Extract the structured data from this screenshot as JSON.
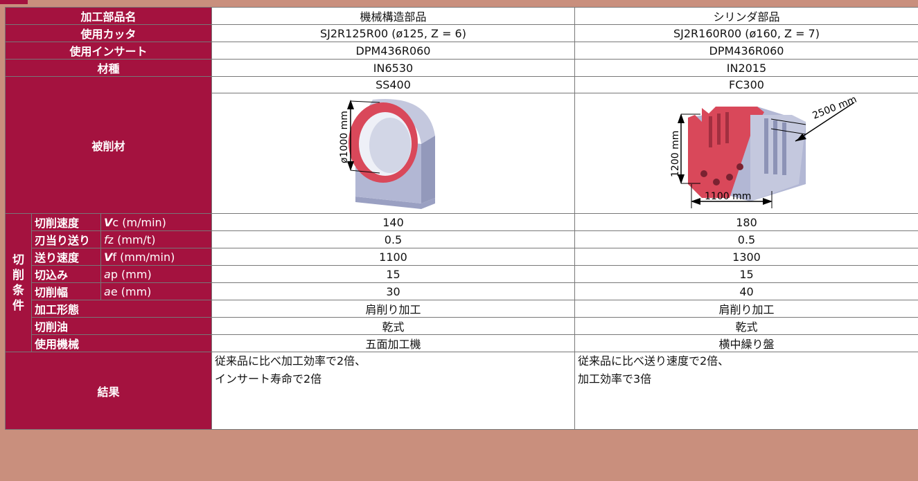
{
  "header_col1": "加工部品名",
  "col_a": {
    "part": "機械構造部品",
    "cutter": "SJ2R125R00 (ø125, Z = 6)",
    "insert": "DPM436R060",
    "grade": "IN6530",
    "workpiece": "SS400",
    "dim_diameter": "ø1000 mm",
    "vc": "140",
    "fz": "0.5",
    "vf": "1100",
    "ap": "15",
    "ae": "30",
    "form": "肩削り加工",
    "coolant": "乾式",
    "machine": "五面加工機",
    "result_lines": [
      "従来品に比べ加工効率で2倍、",
      "インサート寿命で2倍"
    ]
  },
  "col_b": {
    "part": "シリンダ部品",
    "cutter": "SJ2R160R00 (ø160, Z = 7)",
    "insert": "DPM436R060",
    "grade": "IN2015",
    "workpiece": "FC300",
    "dim_length": "2500 mm",
    "dim_height": "1200 mm",
    "dim_width": "1100 mm",
    "vc": "180",
    "fz": "0.5",
    "vf": "1300",
    "ap": "15",
    "ae": "40",
    "form": "肩削り加工",
    "coolant": "乾式",
    "machine": "横中繰り盤",
    "result_lines": [
      "従来品に比べ送り速度で2倍、",
      "加工効率で3倍"
    ]
  },
  "labels": {
    "cutter": "使用カッタ",
    "insert": "使用インサート",
    "grade": "材種",
    "workpiece": "被削材",
    "conditions_vertical": [
      "切",
      "削",
      "条",
      "件"
    ],
    "vc_label": "切削速度",
    "vc_sym": "V",
    "vc_unit": "c (m/min)",
    "fz_label": "刃当り送り",
    "fz_sym": "f",
    "fz_unit": "z (mm/t)",
    "vf_label": "送り速度",
    "vf_sym": "V",
    "vf_unit": "f (mm/min)",
    "ap_label": "切込み",
    "ap_sym": "a",
    "ap_unit": "p (mm)",
    "ae_label": "切削幅",
    "ae_sym": "a",
    "ae_unit": "e (mm)",
    "form": "加工形態",
    "coolant": "切削油",
    "machine": "使用機械",
    "result": "結果"
  },
  "colors": {
    "header_bg": "#a4123f",
    "page_bg": "#c98f7d",
    "part_face": "#d9485a",
    "part_body": "#aab0cf"
  }
}
